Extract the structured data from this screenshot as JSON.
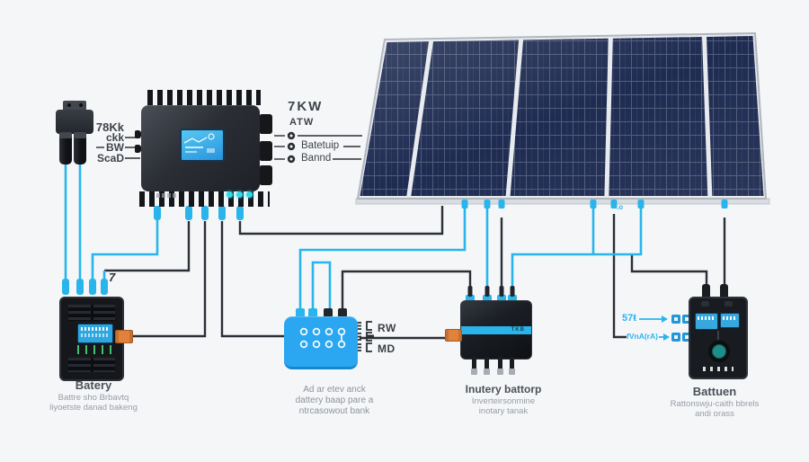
{
  "colors": {
    "background": "#f5f6f8",
    "wire_cyan": "#29b5ec",
    "wire_dark": "#2b2f36",
    "panel_navy": "#1f2c52",
    "panel_frame": "#e7eaee",
    "combiner_blue": "#2aa7f0",
    "connector_orange": "#e0813c",
    "lcd_blue": "#2ea7e0",
    "led_cyan": "#2fd9e8",
    "knob_teal": "#1f8e85"
  },
  "left_connector_callout": {
    "labels": [
      "78Kk",
      "ckk",
      "BW",
      "ScaD"
    ]
  },
  "array_callout": {
    "power": "7KW",
    "sub": "ATW",
    "items": [
      "",
      "Batetuip",
      "Bannd"
    ]
  },
  "panel_note": ".o",
  "battery_left": {
    "badge": "7",
    "title": "Batery",
    "line1": "Battre sho Brbavtq",
    "line2": "liyoetste danad bakeng"
  },
  "combiner": {
    "line1": "Ad ar etev anck",
    "line2": "dattery baap pare a",
    "line3": "ntrcasowout bank",
    "port_top": "RW",
    "port_bottom": "MD"
  },
  "string_inverter": {
    "stripe": "TKB",
    "title": "Inutery battorp",
    "line1": "Inverteirsonmine",
    "line2": "inotary tanak"
  },
  "battery_right": {
    "title": "Battuen",
    "line1": "Rattonswju-caith bbrels",
    "line2": "andi orass",
    "callout1": "57ŧ",
    "callout2": "fVnA(rA)"
  }
}
